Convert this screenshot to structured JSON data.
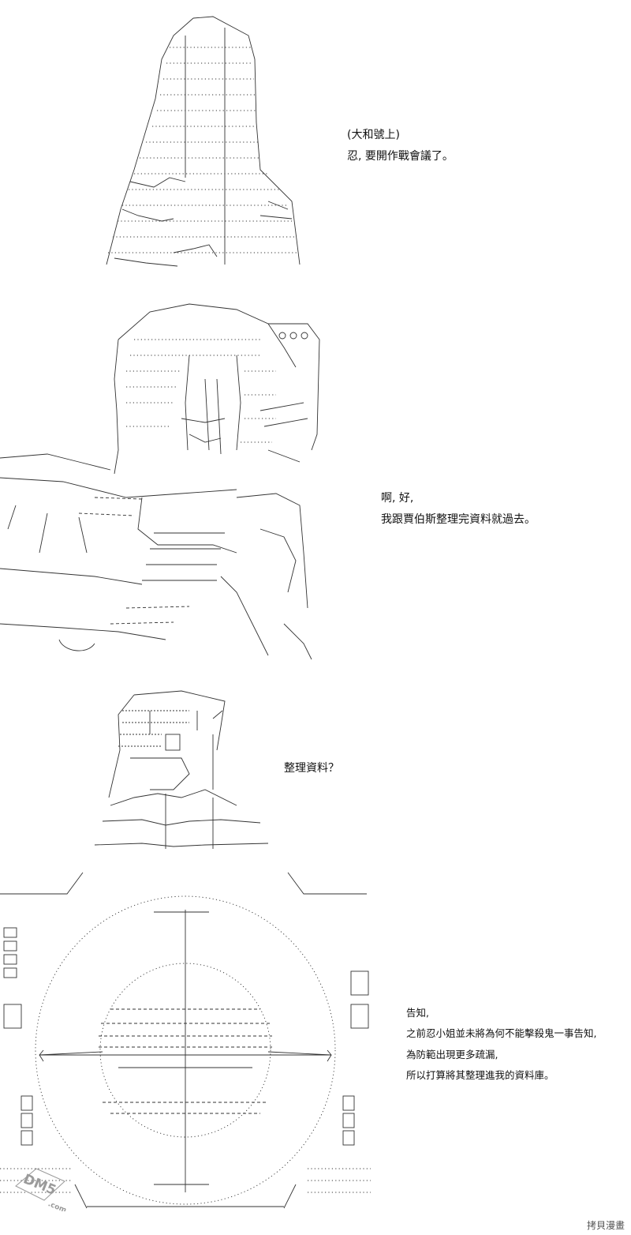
{
  "panels": [
    {
      "id": "panel-1",
      "lines": [
        "(大和號上)",
        "忍, 要開作戰會議了。"
      ]
    },
    {
      "id": "panel-2",
      "lines": [
        "啊, 好,",
        "我跟賈伯斯整理完資料就過去。"
      ]
    },
    {
      "id": "panel-3",
      "lines": [
        "整理資料？"
      ]
    },
    {
      "id": "panel-4",
      "lines": [
        "告知,",
        "之前忍小姐並未將為何不能擊殺鬼一事告知,",
        "為防範出現更多疏漏,",
        "所以打算將其整理進我的資料庫。"
      ]
    }
  ],
  "branding": {
    "logo_text": "DM5",
    "logo_sub": ".com",
    "watermark": "拷貝漫畫"
  },
  "icons": [
    "figure-drawing",
    "character-drawing",
    "robot-drawing",
    "hologram-globe-drawing",
    "site-logo"
  ]
}
